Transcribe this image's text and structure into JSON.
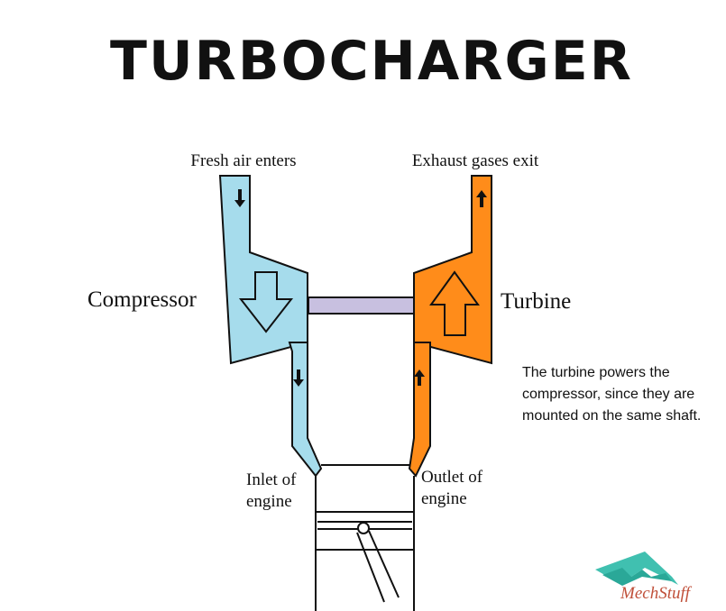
{
  "title": "TURBOCHARGER",
  "labels": {
    "fresh_air": "Fresh air enters",
    "exhaust": "Exhaust gases exit",
    "compressor": "Compressor",
    "turbine": "Turbine",
    "note_line1": "The turbine powers the",
    "note_line2": "compressor, since they are",
    "note_line3": "mounted on the same shaft.",
    "inlet_line1": "Inlet of",
    "inlet_line2": "engine",
    "outlet_line1": "Outlet of",
    "outlet_line2": "engine"
  },
  "logo": {
    "text": "MechStuff"
  },
  "colors": {
    "compressor_fill": "#a6dcec",
    "turbine_fill": "#ff8c1a",
    "shaft_fill": "#c8c0e0",
    "logo_teal": "#40c0b0",
    "logo_text": "#c0503a",
    "stroke": "#111111"
  }
}
